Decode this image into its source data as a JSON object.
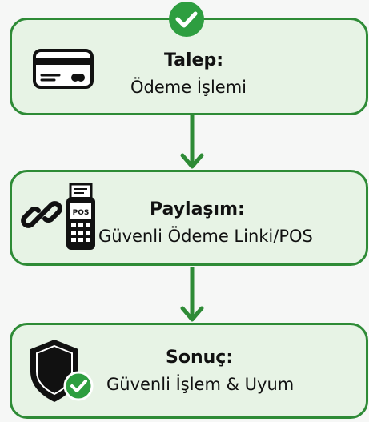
{
  "steps": [
    {
      "title": "Talep:",
      "subtitle": "Ödeme İşlemi",
      "icon": "credit-card-icon"
    },
    {
      "title": "Paylaşım:",
      "subtitle": "Güvenli Ödeme Linki/POS",
      "icon": "link-and-pos-terminal-icon",
      "pos_label": "POS"
    },
    {
      "title": "Sonuç:",
      "subtitle": "Güvenli İşlem & Uyum",
      "icon": "shield-check-icon"
    }
  ],
  "colors": {
    "border": "#2e8b36",
    "fill": "#e7f3e5",
    "arrow": "#2e8b36",
    "check_badge": "#2e9e40"
  }
}
